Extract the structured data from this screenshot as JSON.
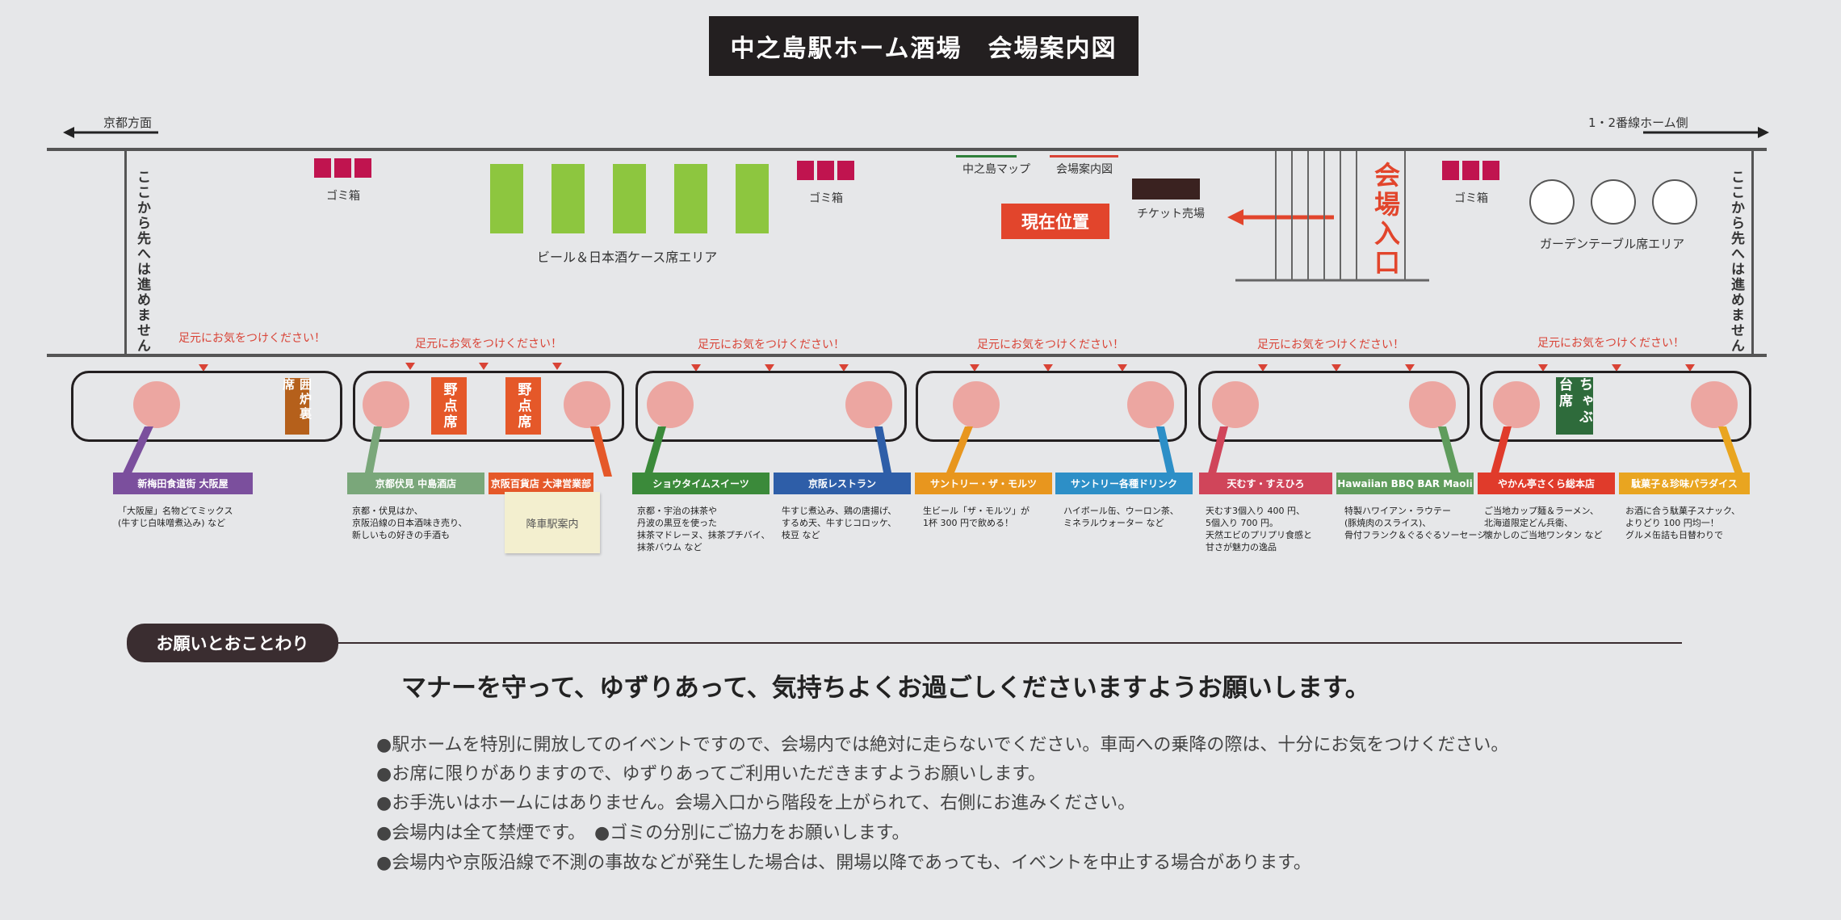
{
  "title": "中之島駅ホーム酒場　会場案内図",
  "directions": {
    "left": "京都方面",
    "right": "1・2番線ホーム側"
  },
  "no_entry": "ここから先へは進めません",
  "platform": {
    "trash": "ゴミ箱",
    "beer_area": "ビール＆日本酒ケース席エリア",
    "map_label": "中之島マップ",
    "guide_label": "会場案内図",
    "current": "現在位置",
    "ticket": "チケット売場",
    "entrance": "会場入口",
    "garden": "ガーデンテーブル席エリア",
    "caution": "足元にお気をつけください！"
  },
  "booth_signs": {
    "irori": "囲炉裏席",
    "nodate": "野点席",
    "chabudai": "ちゃぶ台席"
  },
  "shops": [
    {
      "name": "新梅田食道街 大阪屋",
      "color": "#7b4f9d",
      "desc": [
        "「大阪屋」名物どてミックス",
        "(牛すじ白味噌煮込み) など"
      ]
    },
    {
      "name": "京都伏見 中島酒店",
      "color": "#7aa77a",
      "desc": [
        "京都・伏見はか、",
        "京阪沿線の日本酒味き売り、",
        "新しいもの好きの手酒も"
      ]
    },
    {
      "name": "京阪百貨店 大津営業部",
      "color": "#e55829",
      "desc": []
    },
    {
      "name": "ショウタイムスイーツ",
      "color": "#3b8a3a",
      "desc": [
        "京都・宇治の抹茶や",
        "丹波の黒豆を使った",
        "抹茶マドレーヌ、抹茶プチバイ、",
        "抹茶バウム など"
      ]
    },
    {
      "name": "京阪レストラン",
      "color": "#2e5ea8",
      "desc": [
        "牛すじ煮込み、鶏の唐揚げ、",
        "するめ天、牛すじコロッケ、",
        "枝豆 など"
      ]
    },
    {
      "name": "サントリー・ザ・モルツ",
      "color": "#e8961e",
      "desc": [
        "生ビール「ザ・モルツ」が",
        "1杯 300 円で飲める！"
      ]
    },
    {
      "name": "サントリー各種ドリンク",
      "color": "#2d8fc7",
      "desc": [
        "ハイボール缶、ウーロン茶、",
        "ミネラルウォーター など"
      ]
    },
    {
      "name": "天むす・すえひろ",
      "color": "#d0455a",
      "desc": [
        "天むす3個入り 400 円、",
        "5個入り 700 円。",
        "天然エビのプリプリ食感と",
        "甘さが魅力の逸品"
      ]
    },
    {
      "name": "Hawaiian BBQ BAR Maoli",
      "color": "#5f9c5c",
      "desc": [
        "特製ハワイアン・ラウテー",
        "(豚焼肉のスライス)、",
        "骨付フランク＆ぐるぐるソーセージ"
      ]
    },
    {
      "name": "やかん亭さくら総本店",
      "color": "#e03b2b",
      "desc": [
        "ご当地カップ麺＆ラーメン、",
        "北海道限定どん兵衛、",
        "懐かしのご当地ワンタン など"
      ]
    },
    {
      "name": "駄菓子＆珍味パラダイス",
      "color": "#e9a520",
      "desc": [
        "お酒に合う駄菓子スナック、",
        "よりどり 100 円均一！",
        "グルメ缶詰も日替わりで"
      ]
    }
  ],
  "sticky_note": "降車駅案内",
  "notice": {
    "header": "お願いとおことわり",
    "headline": "マナーを守って、ゆずりあって、気持ちよくお過ごしくださいますようお願いします。",
    "items": [
      "●駅ホームを特別に開放してのイベントですので、会場内では絶対に走らないでください。車両への乗降の際は、十分にお気をつけください。",
      "●お席に限りがありますので、ゆずりあってご利用いただきますようお願いします。",
      "●お手洗いはホームにはありません。会場入口から階段を上がられて、右側にお進みください。",
      "●会場内は全て禁煙です。　●ゴミの分別にご協力をお願いします。",
      "●会場内や京阪沿線で不測の事故などが発生した場合は、開場以降であっても、イベントを中止する場合があります。"
    ]
  }
}
